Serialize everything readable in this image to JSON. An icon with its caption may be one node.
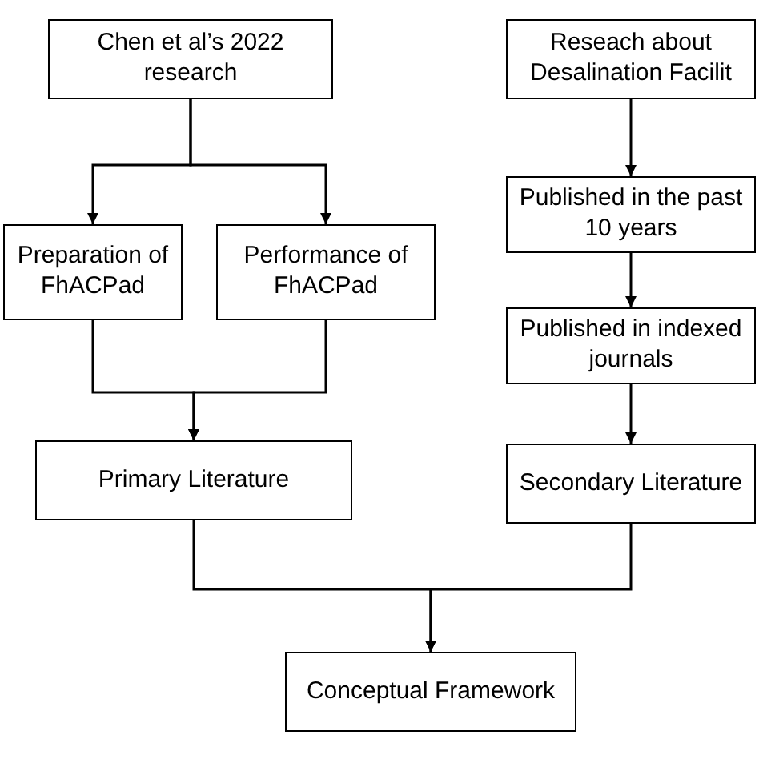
{
  "diagram": {
    "nodes": [
      {
        "text": [
          "Chen et al’s 2022 research"
        ]
      },
      {
        "text": [
          "Reseach about Desalination Facilit"
        ]
      },
      {
        "text": [
          "Preparation of FhACPad"
        ]
      },
      {
        "text": [
          "Performance of FhACPad"
        ]
      },
      {
        "text": [
          "Published in the past 10 years"
        ]
      },
      {
        "text": [
          "Published in indexed journals"
        ]
      },
      {
        "text": [
          "Primary Literature"
        ]
      },
      {
        "text": [
          "Secondary Literature"
        ]
      },
      {
        "text": [
          "Conceptual Framework"
        ]
      }
    ],
    "edges": [
      {
        "from": 0,
        "to": 2,
        "arrow": "to"
      },
      {
        "from": 0,
        "to": 3,
        "arrow": "to"
      },
      {
        "from": 2,
        "to": 6,
        "arrow": "to"
      },
      {
        "from": 3,
        "to": 6,
        "arrow": "to"
      },
      {
        "from": 1,
        "to": 4,
        "arrow": "to"
      },
      {
        "from": 4,
        "to": 5,
        "arrow": "to"
      },
      {
        "from": 5,
        "to": 7,
        "arrow": "to"
      },
      {
        "from": 6,
        "to": 8,
        "arrow": "to"
      },
      {
        "from": 7,
        "to": 8,
        "arrow": "to"
      }
    ]
  }
}
